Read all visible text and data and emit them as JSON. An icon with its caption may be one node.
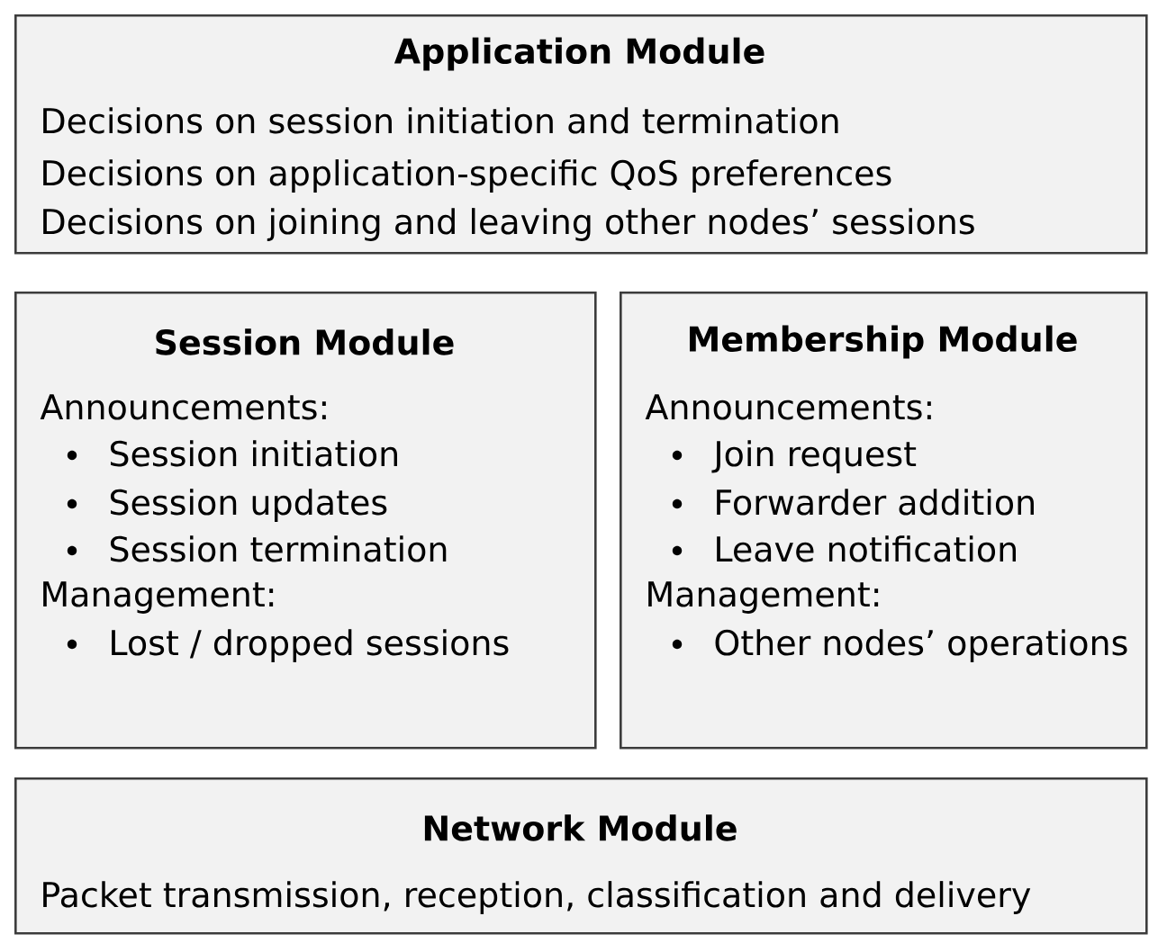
{
  "diagram": {
    "nodes": [
      {
        "text": [
          "Application Module",
          "Decisions on session initiation and termination",
          "Decisions on application-specific QoS preferences",
          "Decisions on joining and leaving other nodes’ sessions"
        ]
      },
      {
        "text": [
          "Session Module",
          "Announcements:",
          "Session initiation",
          "Session updates",
          "Session termination",
          "Management:",
          "Lost / dropped sessions"
        ]
      },
      {
        "text": [
          "Membership Module",
          "Announcements:",
          "Join request",
          "Forwarder addition",
          "Leave notification",
          "Management:",
          "Other nodes’ operations"
        ]
      },
      {
        "text": [
          "Network Module",
          "Packet transmission, reception, classification and delivery"
        ]
      }
    ]
  }
}
